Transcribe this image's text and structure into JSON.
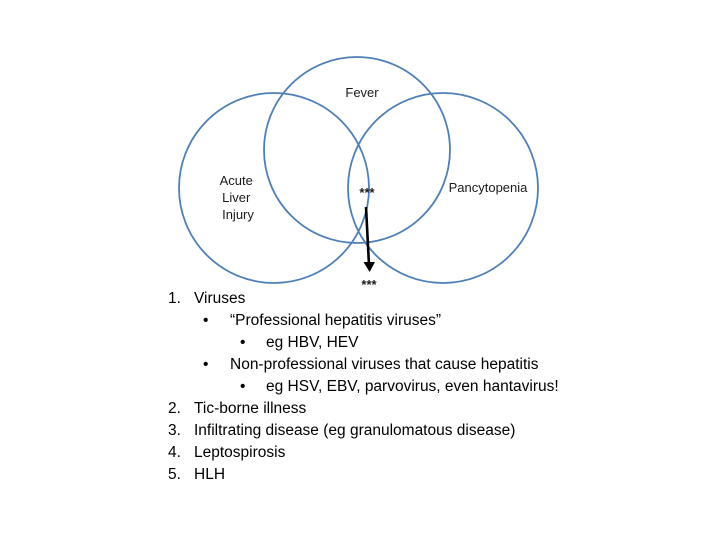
{
  "diagram": {
    "circles": [
      {
        "name": "Fever",
        "label_lines": [
          "Fever"
        ]
      },
      {
        "name": "Acute Liver Injury",
        "label_lines": [
          "Acute",
          "Liver",
          "Injury"
        ]
      },
      {
        "name": "Pancytopenia",
        "label_lines": [
          "Pancytopenia"
        ]
      }
    ],
    "center_marker": "***",
    "arrow_target_marker": "***",
    "circle_color": "#4f7fb5"
  },
  "list": {
    "items": [
      {
        "number": "1.",
        "label": "Viruses",
        "subitems": [
          {
            "label": "“Professional hepatitis viruses”",
            "subitems": [
              {
                "label": "eg HBV, HEV"
              }
            ]
          },
          {
            "label": "Non-professional viruses that cause hepatitis",
            "subitems": [
              {
                "label": "eg HSV, EBV, parvovirus, even hantavirus!"
              }
            ]
          }
        ]
      },
      {
        "number": "2.",
        "label": "Tic-borne illness"
      },
      {
        "number": "3.",
        "label": "Infiltrating disease (eg granulomatous disease)"
      },
      {
        "number": "4.",
        "label": "Leptospirosis"
      },
      {
        "number": "5.",
        "label": "HLH"
      }
    ],
    "bullet_symbol": "•"
  }
}
